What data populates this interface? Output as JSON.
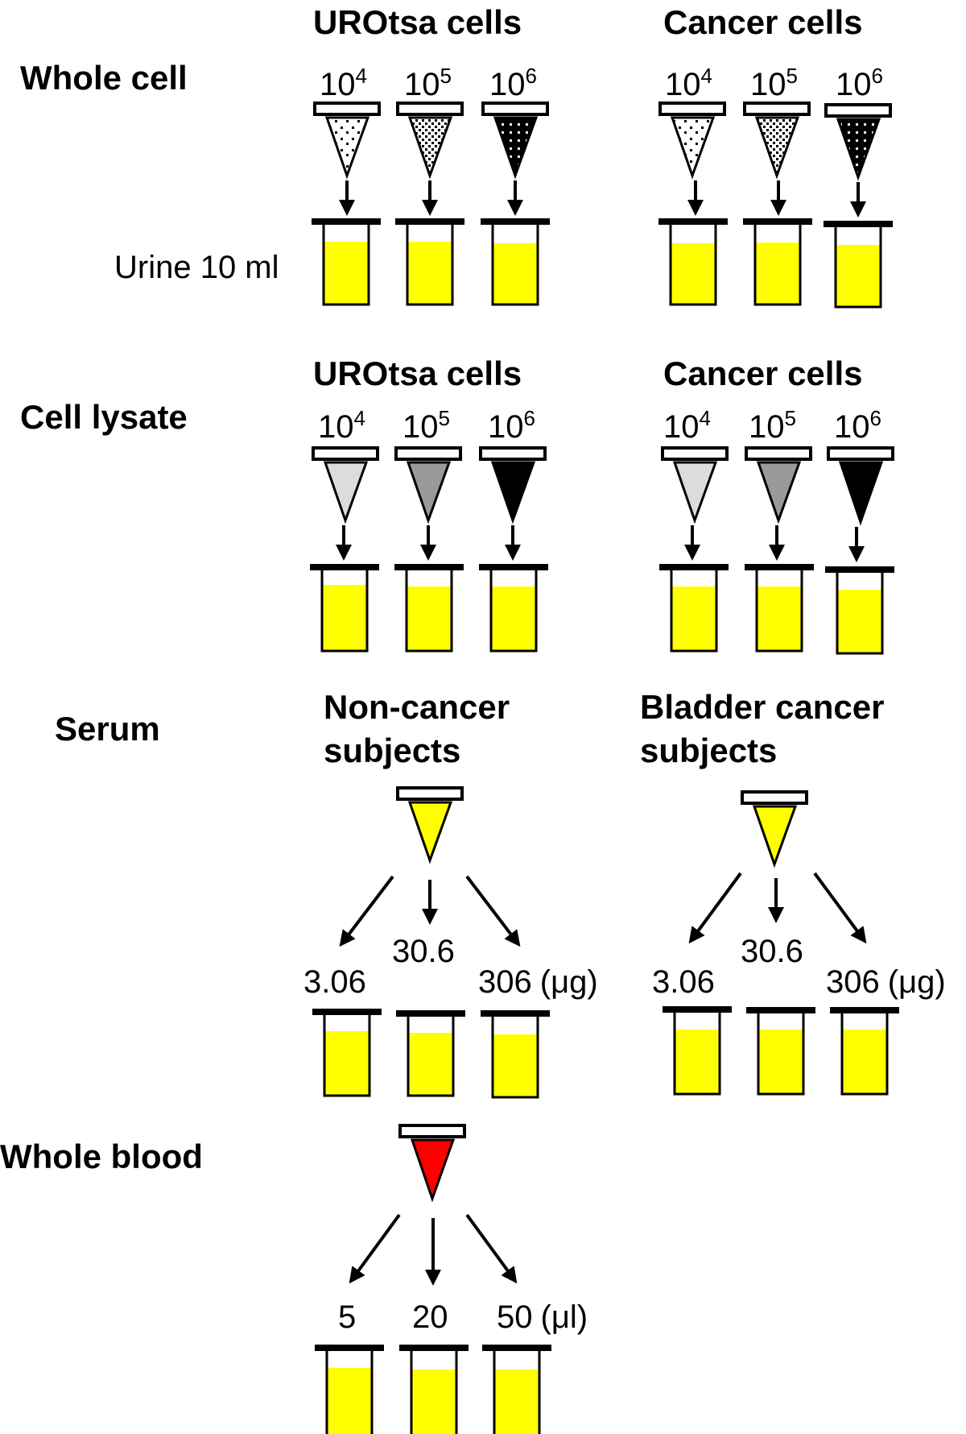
{
  "sections": {
    "whole_cell": "Whole cell",
    "cell_lysate": "Cell lysate",
    "serum": "Serum",
    "whole_blood": "Whole blood"
  },
  "groups": {
    "urotsa": "UROtsa cells",
    "cancer": "Cancer cells",
    "noncancer_line1": "Non-cancer",
    "noncancer_line2": "subjects",
    "bladder_line1": "Bladder cancer",
    "bladder_line2": "subjects"
  },
  "urine_label": "Urine 10 ml",
  "cell_counts": [
    {
      "base": "10",
      "exp": "4"
    },
    {
      "base": "10",
      "exp": "5"
    },
    {
      "base": "10",
      "exp": "6"
    }
  ],
  "serum_amounts": [
    "3.06",
    "30.6",
    "306"
  ],
  "serum_unit": "(μg)",
  "blood_volumes": [
    "5",
    "20",
    "50"
  ],
  "blood_unit": "(μl)",
  "colors": {
    "urine": "#ffff00",
    "lysate": [
      "#dcdcdc",
      "#9a9a9a",
      "#000000"
    ],
    "serum": "#ffff00",
    "blood": "#ff0000"
  }
}
